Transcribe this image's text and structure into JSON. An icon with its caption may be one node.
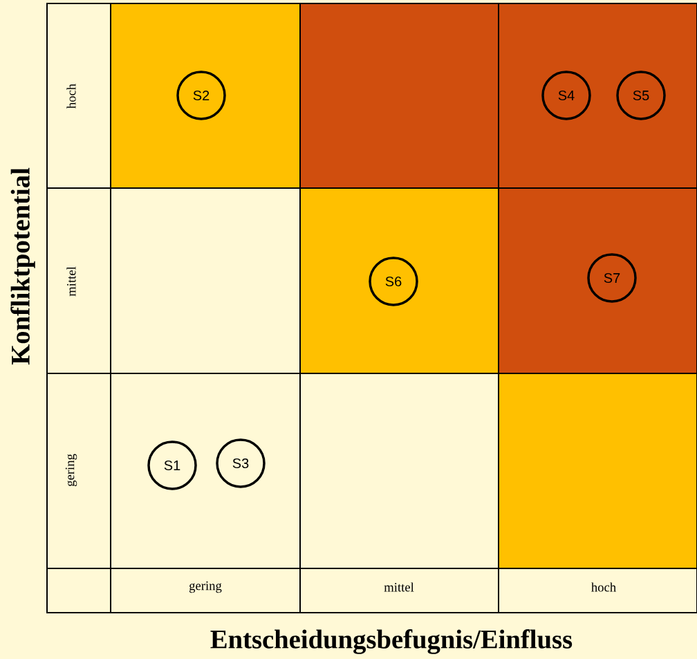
{
  "diagram": {
    "nodes": [
      {
        "text": [
          "S2"
        ]
      },
      {
        "text": [
          "S4"
        ]
      },
      {
        "text": [
          "S5"
        ]
      },
      {
        "text": [
          "S6"
        ]
      },
      {
        "text": [
          "S7"
        ]
      },
      {
        "text": [
          "S1"
        ]
      },
      {
        "text": [
          "S3"
        ]
      }
    ],
    "labels": [
      "hoch",
      "mittel",
      "gering",
      "gering",
      "mittel",
      "hoch",
      "Konfliktpotential",
      "Entscheidungsbefugnis/Einfluss"
    ]
  }
}
